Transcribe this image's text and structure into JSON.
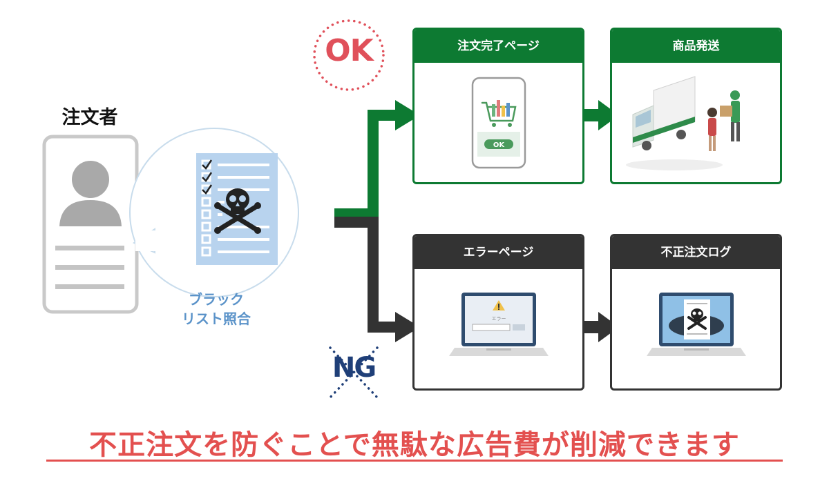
{
  "orderer": {
    "label": "注文者"
  },
  "blacklist": {
    "caption_line1": "ブラック",
    "caption_line2": "リスト照合"
  },
  "ok_branch": {
    "badge": "OK",
    "boxes": [
      {
        "title": "注文完了ページ",
        "button": "OK"
      },
      {
        "title": "商品発送"
      }
    ]
  },
  "ng_branch": {
    "badge": "NG",
    "boxes": [
      {
        "title": "エラーページ",
        "screen_text": "エラー"
      },
      {
        "title": "不正注文ログ"
      }
    ]
  },
  "footer": {
    "text": "不正注文を防ぐことで無駄な広告費が削減できます"
  },
  "colors": {
    "ok_green": "#0d7a32",
    "ng_dark": "#333333",
    "accent_red": "#e3504f",
    "ok_red": "#e0505a",
    "ng_navy": "#1f3f78",
    "blacklist_blue": "#5b93c9",
    "person_gray": "#a9a9a9"
  },
  "icons": [
    "person-icon",
    "checklist-icon",
    "skull-crossbones-icon",
    "smartphone-cart-icon",
    "delivery-truck-icon",
    "laptop-error-icon",
    "laptop-skull-log-icon"
  ]
}
